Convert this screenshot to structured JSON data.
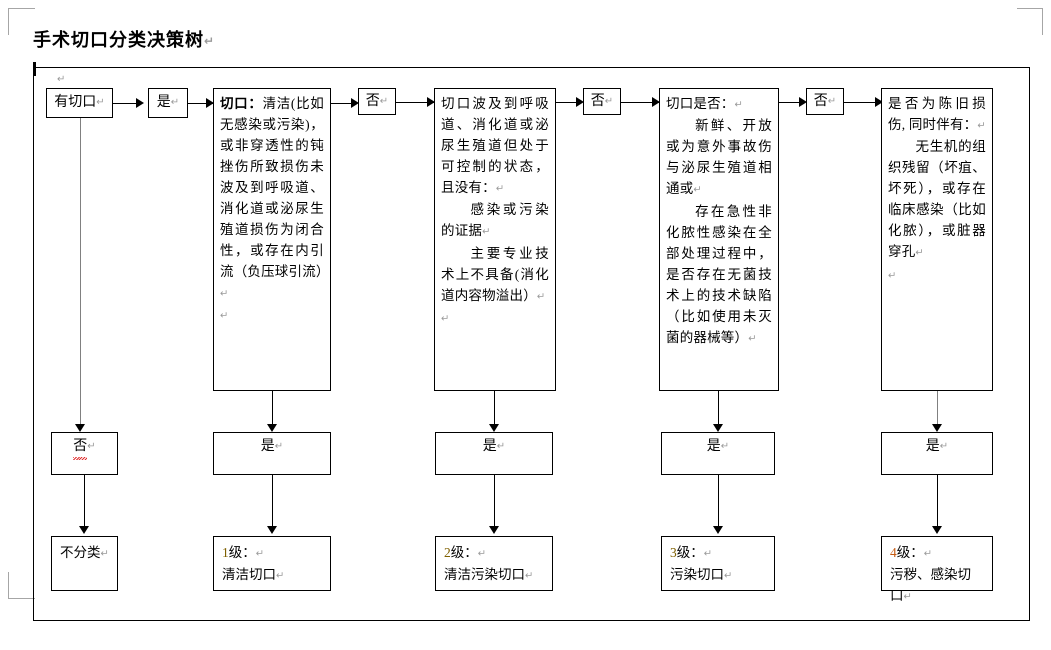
{
  "document": {
    "title": "手术切口分类决策树",
    "pilcrow": "↵"
  },
  "flow": {
    "start": {
      "label": "有切口"
    },
    "yes_label": "是",
    "no_label": "否",
    "branches": [
      {
        "id": "clean",
        "gate_yes": "是",
        "condition_prefix": "切口：",
        "condition": "清洁(比如无感染或污染)，或非穿透性的钝挫伤所致损伤未波及到呼吸道、消化道或泌尿生殖道损伤为闭合性，或存在内引流（负压球引流）",
        "exit_no": "否",
        "mid_yes": "是",
        "result_num": "1",
        "result_unit": "级：",
        "result_text": "清洁切口"
      },
      {
        "id": "clean-contaminated",
        "condition_line1": "切口波及到呼吸道、消化道或泌尿生殖道但处于可控制的状态，且没有：",
        "condition_item1": "感染或污染的证据",
        "condition_item2": "主要专业技术上不具备(消化道内容物溢出）",
        "exit_no": "否",
        "mid_yes": "是",
        "result_num": "2",
        "result_unit": "级：",
        "result_text": "清洁污染切口"
      },
      {
        "id": "contaminated",
        "condition_line1": "切口是否：",
        "condition_item1": "新鲜、开放或为意外事故伤与泌尿生殖道相通或",
        "condition_item2": "存在急性非化脓性感染在全部处理过程中，是否存在无菌技术上的技术缺陷（比如使用未灭菌的器械等）",
        "exit_no": "否",
        "mid_yes": "是",
        "result_num": "3",
        "result_unit": "级：",
        "result_text": "污染切口"
      },
      {
        "id": "dirty",
        "condition_line1": "是否为陈旧损伤, 同时伴有：",
        "condition_item1": "无生机的组织残留（坏疽、坏死），或存在临床感染（比如化脓），或脏器穿孔",
        "mid_yes": "是",
        "result_num": "4",
        "result_unit": "级：",
        "result_text": "污秽、感染切口"
      }
    ],
    "start_no": {
      "label": "否",
      "result_text": "不分类"
    }
  },
  "colors": {
    "line": "#000000",
    "grey_line": "#808080",
    "pilcrow": "#9a9a9a",
    "grade_1_3": "#7f6000",
    "grade_4": "#c55a11",
    "spellcheck": "#e03030",
    "page_mark": "#a6a6a6"
  }
}
